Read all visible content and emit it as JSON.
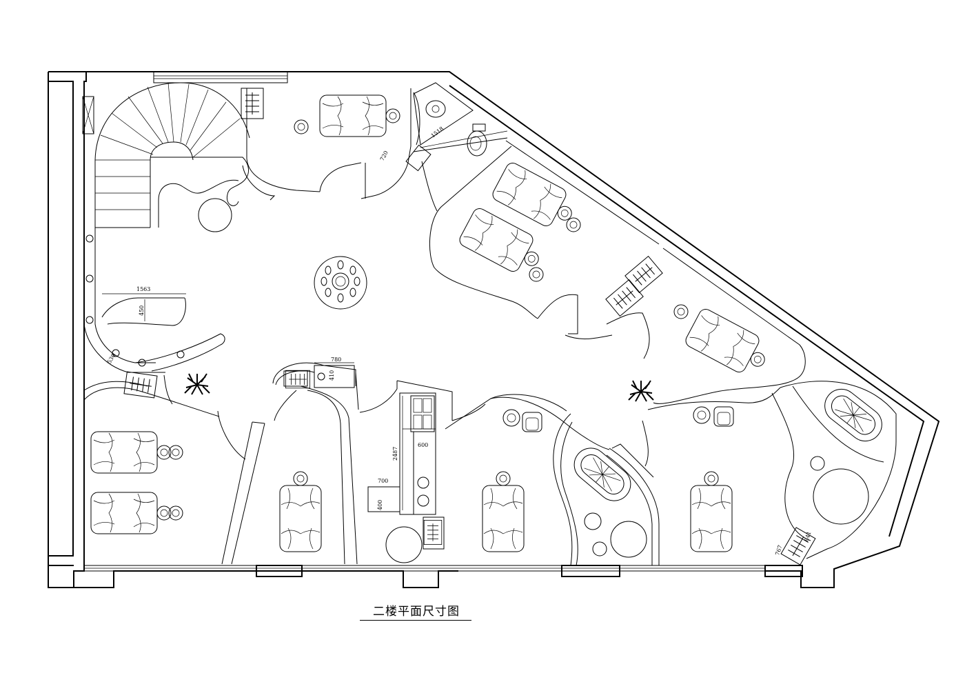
{
  "title": "二楼平面尺寸图",
  "dimensions": {
    "counter_length": "1563",
    "counter_depth": "450",
    "counter_side": "530",
    "reception_width": "780",
    "reception_depth": "410",
    "corridor_length": "1518",
    "door_small": "720",
    "bar_length": "2487",
    "bar_width": "600",
    "sink_width": "700",
    "sink_depth": "400",
    "closet_width": "767",
    "closet_depth": "841"
  },
  "symbols": {
    "plant": "plant-icon",
    "massage_bed": "massage-bed-icon",
    "bathtub": "bathtub-icon",
    "toilet": "toilet-icon",
    "washbasin": "washbasin-icon",
    "wardrobe": "wardrobe-icon",
    "round_table": "round-table-icon"
  }
}
